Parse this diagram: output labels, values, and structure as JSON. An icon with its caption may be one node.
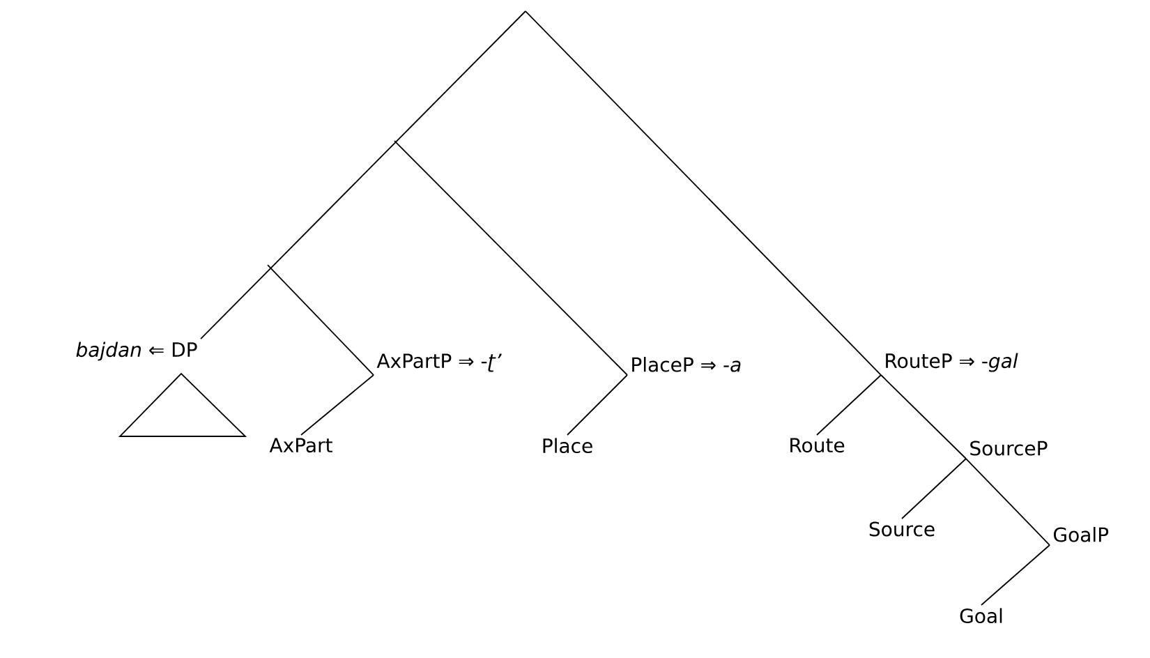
{
  "diagram": {
    "nodes": [
      {
        "text": [
          "*bajdan* ⇐ DP"
        ]
      },
      {
        "text": [
          "AxPartP ⇒ -*ʈ’*"
        ]
      },
      {
        "text": [
          "PlaceP ⇒ -*a*"
        ]
      },
      {
        "text": [
          "RouteP ⇒ -*gal*"
        ]
      },
      {
        "text": [
          "AxPart"
        ]
      },
      {
        "text": [
          "Place"
        ]
      },
      {
        "text": [
          "Route"
        ]
      },
      {
        "text": [
          "SourceP"
        ]
      },
      {
        "text": [
          "Source"
        ]
      },
      {
        "text": [
          "GoalP"
        ]
      },
      {
        "text": [
          "Goal"
        ]
      }
    ],
    "edges": [
      {
        "from": null,
        "to": 0,
        "arrow": "none"
      },
      {
        "from": null,
        "to": 1,
        "arrow": "none"
      },
      {
        "from": null,
        "to": 2,
        "arrow": "none"
      },
      {
        "from": null,
        "to": 3,
        "arrow": "none"
      },
      {
        "from": 1,
        "to": 4,
        "arrow": "none"
      },
      {
        "from": 2,
        "to": 5,
        "arrow": "none"
      },
      {
        "from": 3,
        "to": 6,
        "arrow": "none"
      },
      {
        "from": 3,
        "to": 7,
        "arrow": "none"
      },
      {
        "from": 7,
        "to": 8,
        "arrow": "none"
      },
      {
        "from": 7,
        "to": 9,
        "arrow": "none"
      },
      {
        "from": 9,
        "to": 10,
        "arrow": "none"
      }
    ]
  }
}
